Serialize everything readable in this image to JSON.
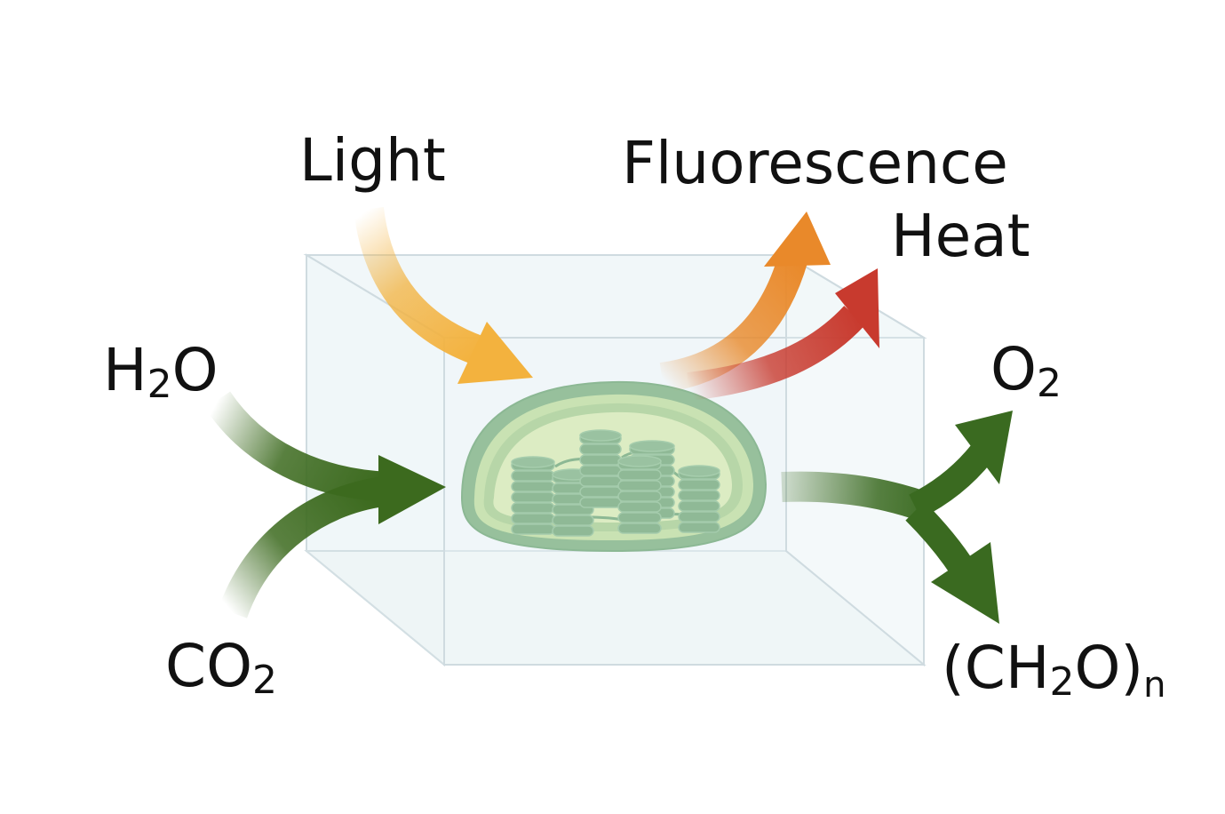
{
  "labels": {
    "light": "Light",
    "fluorescence": "Fluorescence",
    "heat": "Heat",
    "water": {
      "main": "H",
      "sub": "2",
      "tail": "O"
    },
    "co2": {
      "main": "CO",
      "sub": "2"
    },
    "o2": {
      "main": "O",
      "sub": "2"
    },
    "carbohydrate": {
      "pre": "(CH",
      "sub": "2",
      "mid": "O)",
      "subn": "n"
    }
  },
  "colors": {
    "light_arrow": "#f3b23e",
    "fluorescence_arrow": "#e9892a",
    "heat_arrow": "#c83a2e",
    "reactant_arrow": "#3c6a1e",
    "product_arrow": "#3a6a20",
    "chloroplast_outer": "#6aa56c",
    "chloroplast_inner": "#cfe6a4",
    "thylakoid": "#5f9a63",
    "box_fill": "#eaf3f5",
    "box_edge": "#c9d6dc"
  }
}
